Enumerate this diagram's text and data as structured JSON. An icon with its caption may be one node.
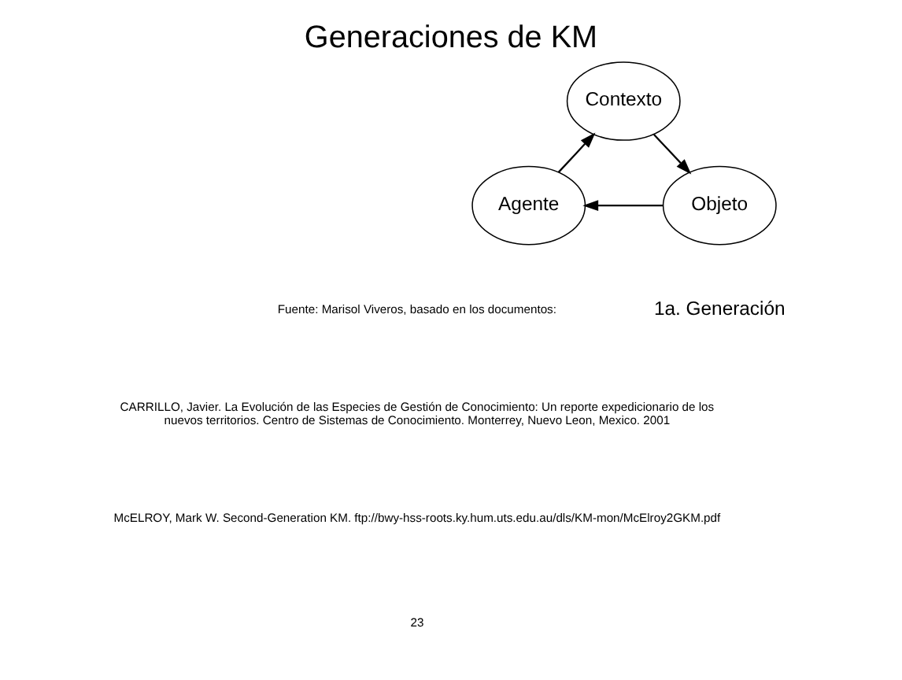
{
  "diagram": {
    "title": "Generaciones de KM",
    "nodes": [
      {
        "text": [
          "Contexto"
        ]
      },
      {
        "text": [
          "Agente"
        ]
      },
      {
        "text": [
          "Objeto"
        ],
        "beside": [
          "1a. Generación"
        ]
      }
    ],
    "edges": [
      {
        "from": 1,
        "to": 0,
        "arrow": "to"
      },
      {
        "from": 0,
        "to": 2,
        "arrow": "to"
      },
      {
        "from": 2,
        "to": 1,
        "arrow": "to"
      }
    ],
    "labels": [
      "Fuente: Marisol Viveros, basado en los documentos:",
      "CARRILLO, Javier. La Evolución de las Especies de Gestión de Conocimiento: Un reporte expedicionario de los nuevos territorios. Centro de Sistemas de Conocimiento. Monterrey, Nuevo Leon, Mexico. 2001",
      "McELROY, Mark W. Second-Generation KM. ftp://bwy-hss-roots.ky.hum.uts.edu.au/dls/KM-mon/McElroy2GKM.pdf",
      "23"
    ]
  }
}
